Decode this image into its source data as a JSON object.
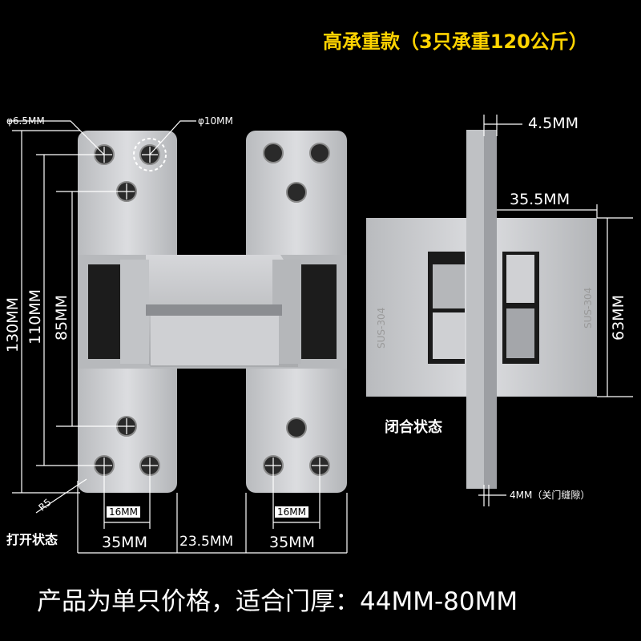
{
  "title": "高承重款（3只承重120公斤）",
  "footer_text": "产品为单只价格，适合门厚：44MM-80MM",
  "open_view": {
    "status_label": "打开状态",
    "hole_small_label": "φ6.5MM",
    "hole_large_label": "φ10MM",
    "height_total": "130MM",
    "height_holes": "110MM",
    "height_inner_holes": "85MM",
    "radius_label": "R5",
    "hole_spacing_left": "16MM",
    "hole_spacing_right": "16MM",
    "width_left": "35MM",
    "width_gap": "23.5MM",
    "width_right": "35MM"
  },
  "closed_view": {
    "status_label": "闭合状态",
    "thickness_label": "4.5MM",
    "depth_label": "35.5MM",
    "body_height": "63MM",
    "gap_label": "4MM（关门缝隙）",
    "material_left": "SUS-304",
    "material_right": "SUS-304"
  },
  "colors": {
    "background": "#000000",
    "title": "#ffd400",
    "metal": "#c9cacc",
    "metal_dark": "#8d8f93",
    "text": "#ffffff"
  }
}
